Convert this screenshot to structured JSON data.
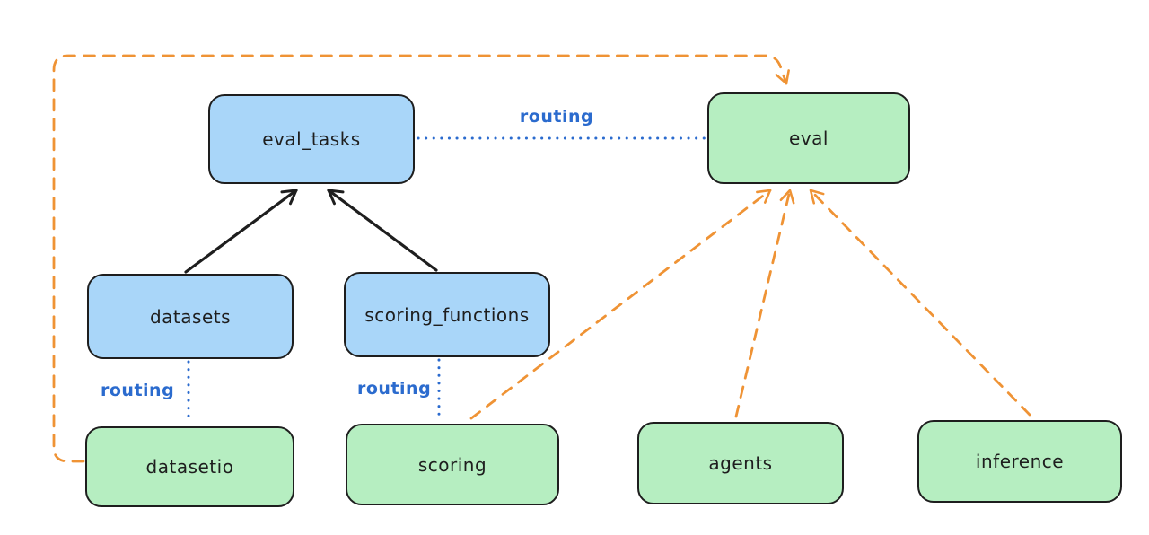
{
  "colors": {
    "background": "#ffffff",
    "blue_node_fill": "#a9d6f9",
    "green_node_fill": "#b6eec1",
    "node_border": "#1e1e1e",
    "node_text": "#1e1e1e",
    "routing_label_blue": "#2b6bce",
    "solid_arrow_black": "#1e1e1e",
    "dashed_arrow_orange": "#ef9335"
  },
  "nodes": [
    {
      "id": "eval_tasks",
      "label": "eval_tasks",
      "fill": "blue"
    },
    {
      "id": "eval",
      "label": "eval",
      "fill": "green"
    },
    {
      "id": "datasets",
      "label": "datasets",
      "fill": "blue"
    },
    {
      "id": "scoring_functions",
      "label": "scoring_functions",
      "fill": "blue"
    },
    {
      "id": "datasetio",
      "label": "datasetio",
      "fill": "green"
    },
    {
      "id": "scoring",
      "label": "scoring",
      "fill": "green"
    },
    {
      "id": "agents",
      "label": "agents",
      "fill": "green"
    },
    {
      "id": "inference",
      "label": "inference",
      "fill": "green"
    }
  ],
  "edges": [
    {
      "from": "datasets",
      "to": "eval_tasks",
      "style": "solid",
      "color": "black",
      "arrow": true
    },
    {
      "from": "scoring_functions",
      "to": "eval_tasks",
      "style": "solid",
      "color": "black",
      "arrow": true
    },
    {
      "from": "eval_tasks",
      "to": "eval",
      "style": "dotted",
      "color": "blue",
      "arrow": false,
      "label": "routing"
    },
    {
      "from": "datasets",
      "to": "datasetio",
      "style": "dotted",
      "color": "blue",
      "arrow": false,
      "label": "routing"
    },
    {
      "from": "scoring_functions",
      "to": "scoring",
      "style": "dotted",
      "color": "blue",
      "arrow": false,
      "label": "routing"
    },
    {
      "from": "datasetio",
      "to": "eval",
      "style": "dashed",
      "color": "orange",
      "arrow": true
    },
    {
      "from": "scoring",
      "to": "eval",
      "style": "dashed",
      "color": "orange",
      "arrow": true
    },
    {
      "from": "agents",
      "to": "eval",
      "style": "dashed",
      "color": "orange",
      "arrow": true
    },
    {
      "from": "inference",
      "to": "eval",
      "style": "dashed",
      "color": "orange",
      "arrow": true
    }
  ],
  "routing_labels": [
    {
      "text": "routing"
    },
    {
      "text": "routing"
    },
    {
      "text": "routing"
    }
  ]
}
